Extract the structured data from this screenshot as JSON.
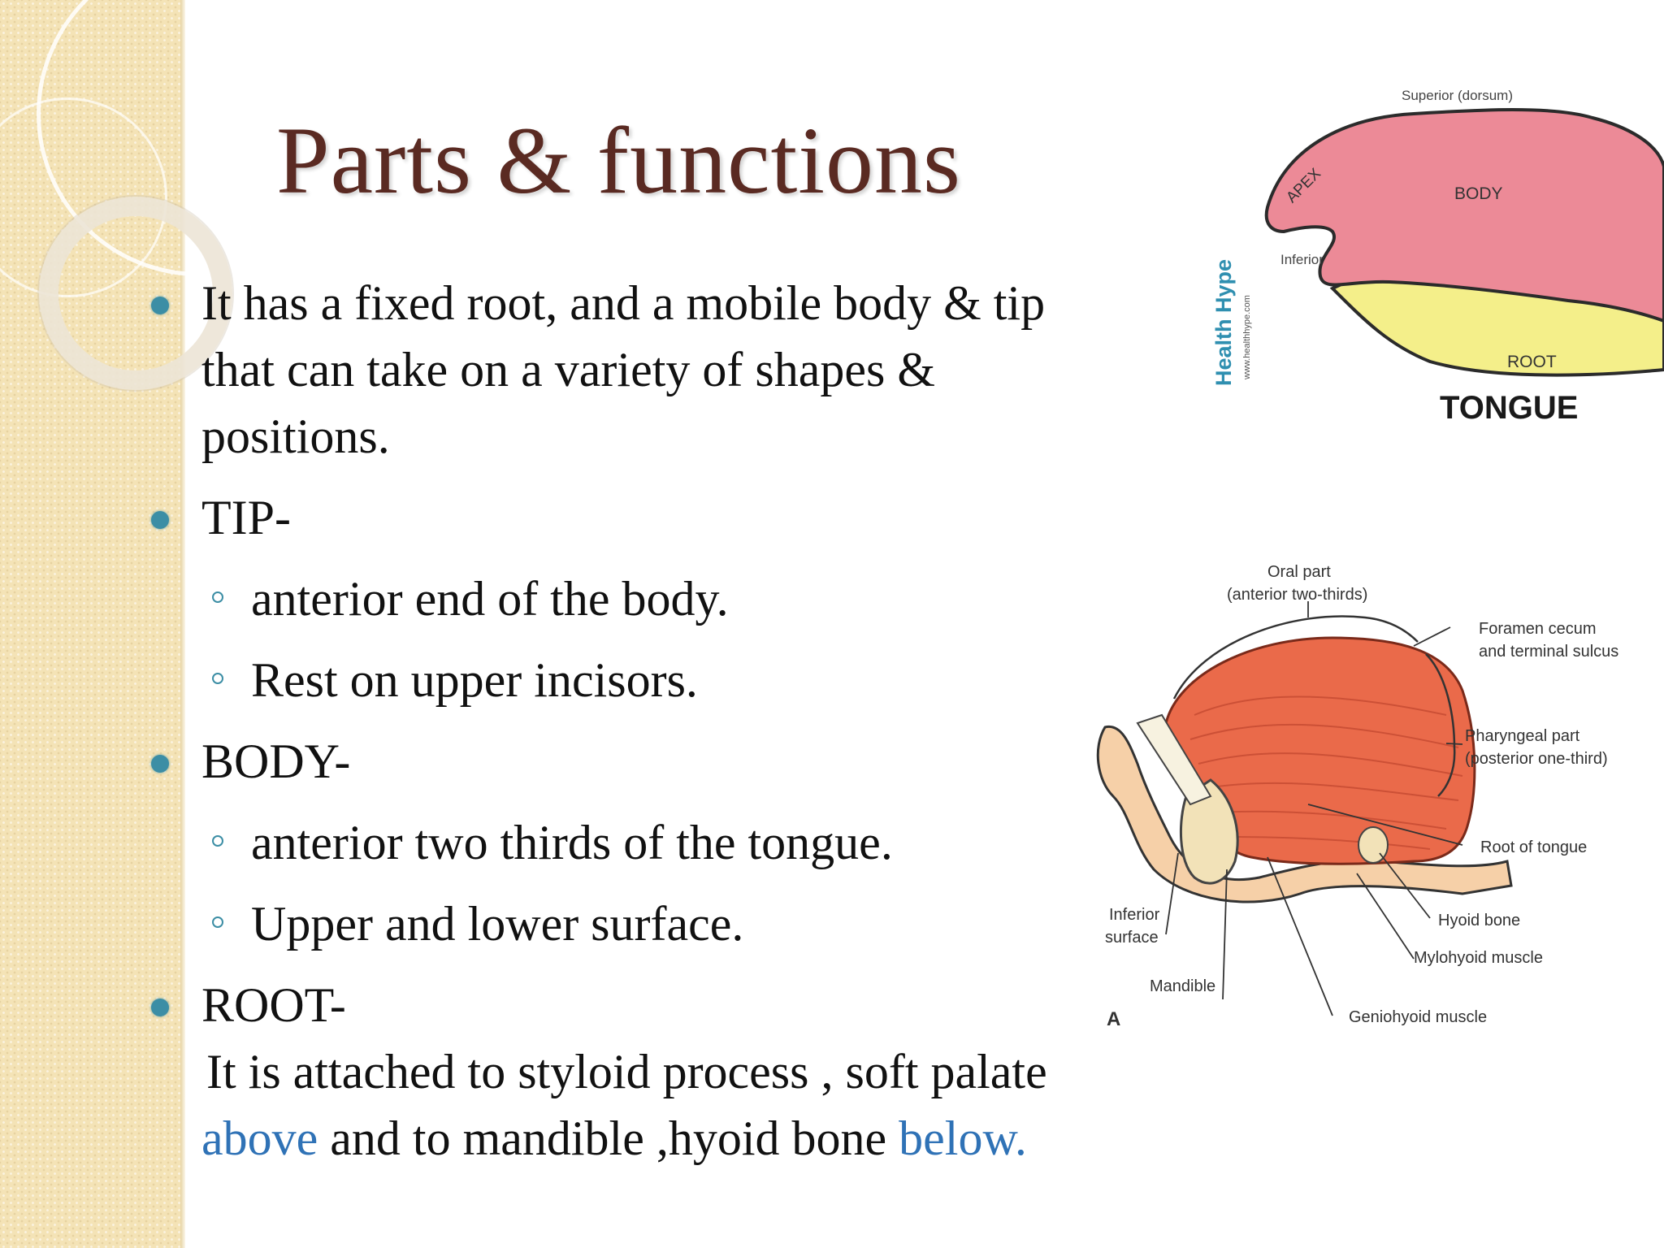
{
  "title": "Parts & functions",
  "bullets": {
    "b1": "It has a fixed root, and a mobile body & tip that can take on a variety of shapes & positions.",
    "b2": "TIP-",
    "b2_subs": [
      "anterior end of the body.",
      "Rest on upper incisors."
    ],
    "b3": "BODY-",
    "b3_subs": [
      "anterior two thirds of the tongue.",
      "Upper and lower surface."
    ],
    "b4": "ROOT-"
  },
  "root_paragraph": {
    "part1": "It is attached to styloid process , soft palate ",
    "highlight1": "above",
    "part2": " and to mandible ,hyoid bone ",
    "highlight2": "below."
  },
  "colors": {
    "title": "#5a2a22",
    "bullet": "#3c8ea5",
    "highlight": "#2f72b6",
    "band": "#f4e3b6"
  },
  "figure_top": {
    "superior": "Superior (dorsum)",
    "apex": "APEX",
    "body": "BODY",
    "inferior": "Inferior",
    "root": "ROOT",
    "caption": "TONGUE",
    "watermark": "Health Hype",
    "watermark_url": "www.healthhype.com"
  },
  "figure_bottom": {
    "oral_part": "Oral part",
    "oral_part_sub": "(anterior two-thirds)",
    "foramen": "Foramen cecum",
    "foramen_sub": "and terminal sulcus",
    "pharyngeal": "Pharyngeal part",
    "pharyngeal_sub": "(posterior one-third)",
    "root_of_tongue": "Root of tongue",
    "hyoid": "Hyoid bone",
    "mylohyoid": "Mylohyoid muscle",
    "geniohyoid": "Geniohyoid muscle",
    "mandible": "Mandible",
    "inferior": "Inferior",
    "surface": "surface",
    "panel": "A"
  }
}
